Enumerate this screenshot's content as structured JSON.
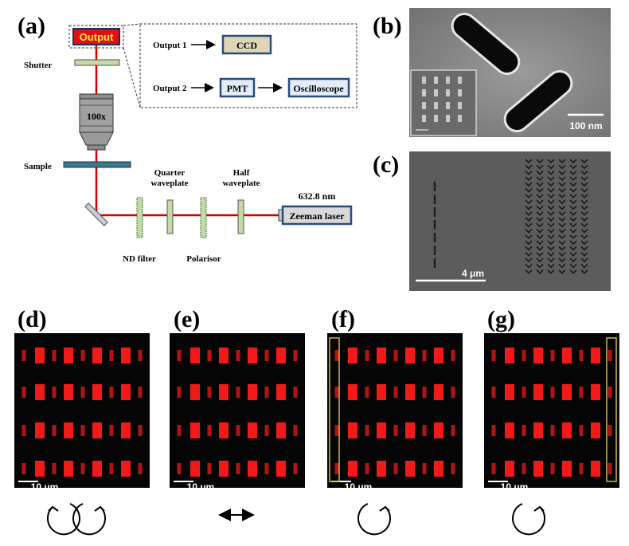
{
  "panel_labels": {
    "a": "(a)",
    "b": "(b)",
    "c": "(c)",
    "d": "(d)",
    "e": "(e)",
    "f": "(f)",
    "g": "(g)"
  },
  "setup": {
    "output": "Output",
    "output1": "Output 1",
    "output2": "Output 2",
    "ccd": "CCD",
    "pmt": "PMT",
    "oscilloscope": "Oscilloscope",
    "shutter": "Shutter",
    "objective": "100x",
    "sample": "Sample",
    "quarter_waveplate_1": "Quarter",
    "quarter_waveplate_2": "waveplate",
    "half_waveplate_1": "Half",
    "half_waveplate_2": "waveplate",
    "wavelength": "632.8 nm",
    "laser": "Zeeman laser",
    "nd_filter": "ND filter",
    "polarisor": "Polarisor"
  },
  "sem_b": {
    "scale": "100 nm"
  },
  "sem_c": {
    "scale": "4 μm"
  },
  "images": {
    "scale": "10 μm"
  },
  "colors": {
    "laser_beam": "#d40000",
    "optic_green": "#c6d9a8",
    "box_blue": "#2b4b7e",
    "frame_yellow": "#c8b84a",
    "spot_red": "#ff1a1a"
  }
}
